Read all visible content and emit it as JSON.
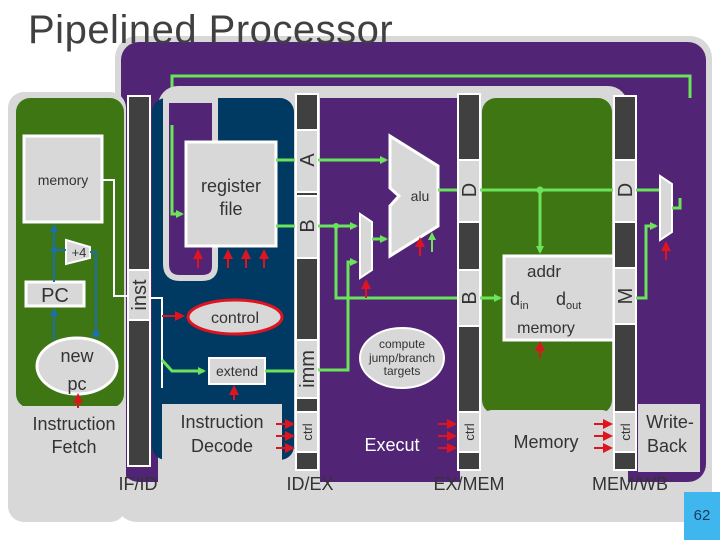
{
  "title": "Pipelined Processor",
  "slide_number": "62",
  "colors": {
    "purple": "#522475",
    "green": "#3f7614",
    "navy": "#003a63",
    "gray_panel": "#d8d8d8",
    "reg_dark": "#404040",
    "wire_green": "#6be35a",
    "wire_blue": "#1a6fb0",
    "control_red": "#e0141e"
  },
  "stages": {
    "fetch": {
      "label_line1": "Instruction",
      "label_line2": "Fetch",
      "memory": "memory",
      "plus4": "+4",
      "pc": "PC",
      "new_pc_line1": "new",
      "new_pc_line2": "pc"
    },
    "decode": {
      "label_line1": "Instruction",
      "label_line2": "Decode",
      "register_file_line1": "register",
      "register_file_line2": "file",
      "control": "control",
      "extend": "extend"
    },
    "execute": {
      "label": "Execut",
      "alu": "alu",
      "compute_line1": "compute",
      "compute_line2": "jump/branch",
      "compute_line3": "targets"
    },
    "memory": {
      "label": "Memory",
      "addr": "addr",
      "din": "d",
      "din_sub": "in",
      "dout": "d",
      "dout_sub": "out",
      "mem": "memory"
    },
    "writeback": {
      "label_line1": "Write-",
      "label_line2": "Back"
    }
  },
  "pipeline_registers": {
    "if_id": {
      "name": "IF/ID",
      "fields": [
        "inst"
      ]
    },
    "id_ex": {
      "name": "ID/EX",
      "fields": [
        "A",
        "B",
        "imm",
        "ctrl"
      ]
    },
    "ex_mem": {
      "name": "EX/MEM",
      "fields": [
        "D",
        "B",
        "ctrl"
      ]
    },
    "mem_wb": {
      "name": "MEM/WB",
      "fields": [
        "D",
        "M",
        "ctrl"
      ]
    }
  }
}
